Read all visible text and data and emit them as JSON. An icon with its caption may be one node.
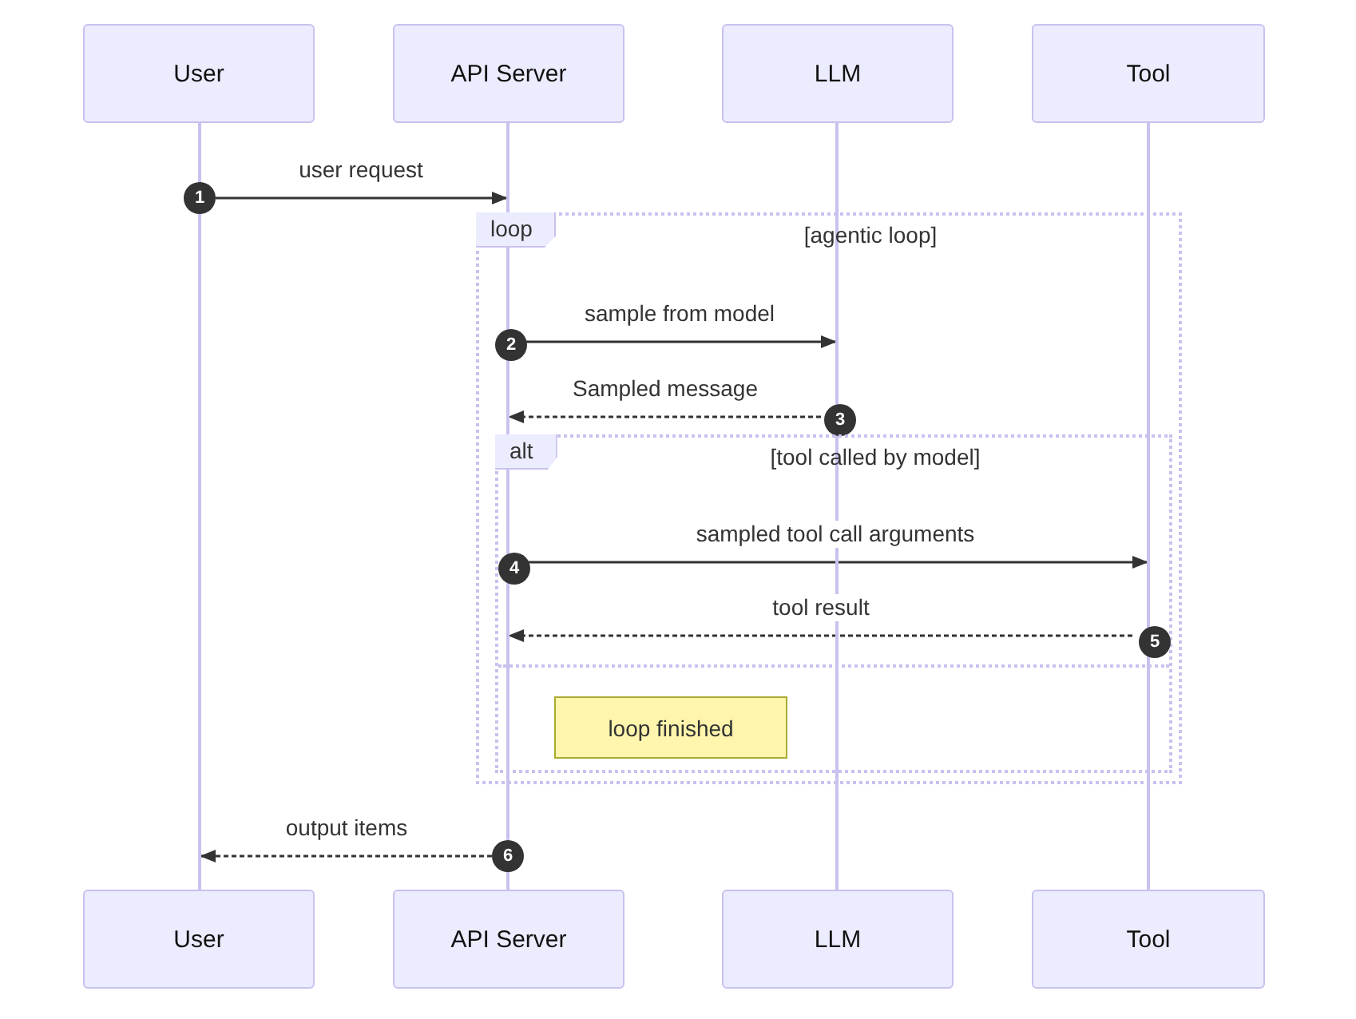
{
  "diagram": {
    "nodes": [
      {
        "text": [
          "User"
        ]
      },
      {
        "text": [
          "API Server"
        ]
      },
      {
        "text": [
          "LLM"
        ]
      },
      {
        "text": [
          "Tool"
        ]
      },
      {
        "text": [],
        "shape": "bar"
      },
      {
        "text": [],
        "shape": "bar"
      },
      {
        "text": [],
        "shape": "bar"
      },
      {
        "text": [],
        "shape": "bar"
      },
      {
        "text": [
          "1"
        ]
      },
      {
        "text": [
          "loop",
          "[agentic loop]"
        ]
      },
      {
        "text": [
          "2"
        ],
        "in": 9
      },
      {
        "text": [
          "3"
        ],
        "in": 9
      },
      {
        "text": [
          "alt",
          "[tool called by model]"
        ],
        "in": 9
      },
      {
        "text": [
          "4"
        ],
        "in": 12
      },
      {
        "text": [
          "5"
        ],
        "in": 12
      },
      {
        "text": [
          "loop finished"
        ],
        "in": 12
      },
      {
        "text": [
          "6"
        ]
      },
      {
        "text": [
          "User"
        ]
      },
      {
        "text": [
          "API Server"
        ]
      },
      {
        "text": [
          "LLM"
        ]
      },
      {
        "text": [
          "Tool"
        ]
      }
    ],
    "edges": [
      {
        "from": 8,
        "to": 5,
        "arrow": "to",
        "label": "user request"
      },
      {
        "from": 10,
        "to": 6,
        "arrow": "to",
        "label": "sample from model"
      },
      {
        "from": 11,
        "to": 5,
        "arrow": "to",
        "label": "Sampled message",
        "style": "dashed"
      },
      {
        "from": 13,
        "to": 7,
        "arrow": "to",
        "label": "sampled tool call arguments"
      },
      {
        "from": 14,
        "to": 5,
        "arrow": "to",
        "label": "tool result",
        "style": "dashed"
      },
      {
        "from": 16,
        "to": 4,
        "arrow": "to",
        "label": "output items",
        "style": "dashed"
      }
    ]
  }
}
